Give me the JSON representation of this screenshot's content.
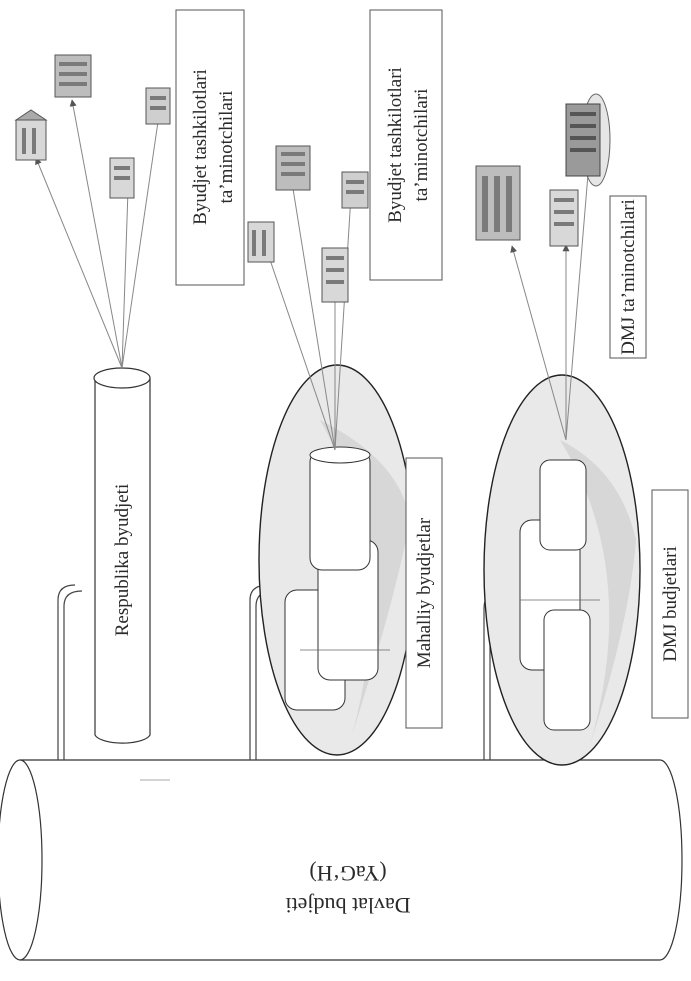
{
  "nodes": {
    "davlat_budjeti": {
      "line1": "Davlat budjeti",
      "line2": "(YaG‘H)"
    },
    "respublika_budjeti": {
      "label": "Respublika byudjeti"
    },
    "mahalliy_budjetlar": {
      "label": "Mahalliy byudjetlar"
    },
    "dmj_budjetlari": {
      "label": "DMJ budjetlari"
    },
    "respublika_ta_minotchilari": {
      "line1": "Byudjet tashkilotlari",
      "line2": "ta’minotchilari"
    },
    "mahalliy_ta_minotchilari": {
      "line1": "Byudjet tashkilotlari",
      "line2": "ta’minotchilari"
    },
    "dmj_ta_minotchilari": {
      "label": "DMJ ta’minotchilari"
    }
  },
  "colors": {
    "stroke": "#333333",
    "arrow": "#555555",
    "ellipse_fill": "#e9e9e9",
    "shadow_fill": "#cfcfcf",
    "building_light": "#d8d8d8",
    "building_dark": "#7a7a7a"
  }
}
